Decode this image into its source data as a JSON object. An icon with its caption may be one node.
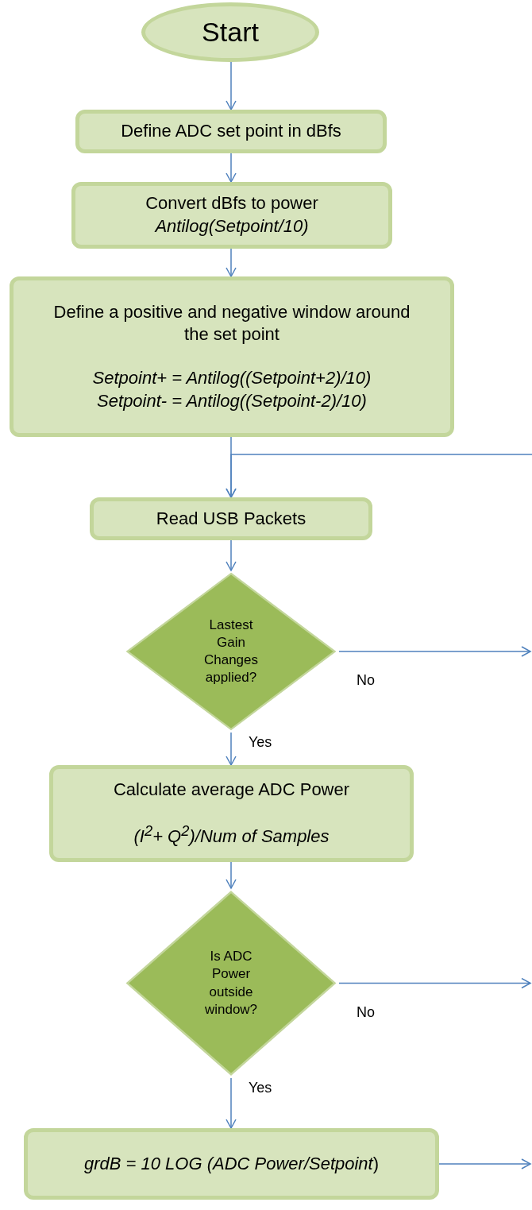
{
  "diagram": {
    "nodes": [
      {
        "text": [
          "Start"
        ]
      },
      {
        "text": [
          "Define ADC set point in dBfs"
        ]
      },
      {
        "text": [
          "Convert dBfs to power",
          "Antilog(Setpoint/10)"
        ]
      },
      {
        "text": [
          "Define a positive and negative window around the set point",
          "Setpoint+ = Antilog((Setpoint+2)/10)",
          "Setpoint- = Antilog((Setpoint-2)/10)"
        ]
      },
      {
        "text": [
          "Read USB Packets"
        ]
      },
      {
        "text": [
          "Lastest Gain Changes applied?"
        ]
      },
      {
        "text": [
          "Calculate average ADC Power",
          "(I$^{2}$+ Q$^{2}$)/Num of Samples"
        ]
      },
      {
        "text": [
          "Is ADC Power outside window?"
        ]
      },
      {
        "text": [
          "*grdB = 10 LOG (ADC Power/Setpoint*)"
        ]
      }
    ],
    "edges": [
      {
        "from": 0,
        "to": 1,
        "arrow": "to"
      },
      {
        "from": 1,
        "to": 2,
        "arrow": "to"
      },
      {
        "from": 2,
        "to": 3,
        "arrow": "to"
      },
      {
        "from": 3,
        "to": 4,
        "arrow": "to"
      },
      {
        "from": null,
        "to": 4,
        "arrow": "to"
      },
      {
        "from": 4,
        "to": 5,
        "arrow": "to"
      },
      {
        "from": 5,
        "to": null,
        "arrow": "to",
        "label": "No"
      },
      {
        "from": 5,
        "to": 6,
        "arrow": "to",
        "label": "Yes"
      },
      {
        "from": 6,
        "to": 7,
        "arrow": "to"
      },
      {
        "from": 7,
        "to": null,
        "arrow": "to",
        "label": "No"
      },
      {
        "from": 7,
        "to": 8,
        "arrow": "to",
        "label": "Yes"
      },
      {
        "from": 8,
        "to": null,
        "arrow": "to"
      }
    ]
  }
}
